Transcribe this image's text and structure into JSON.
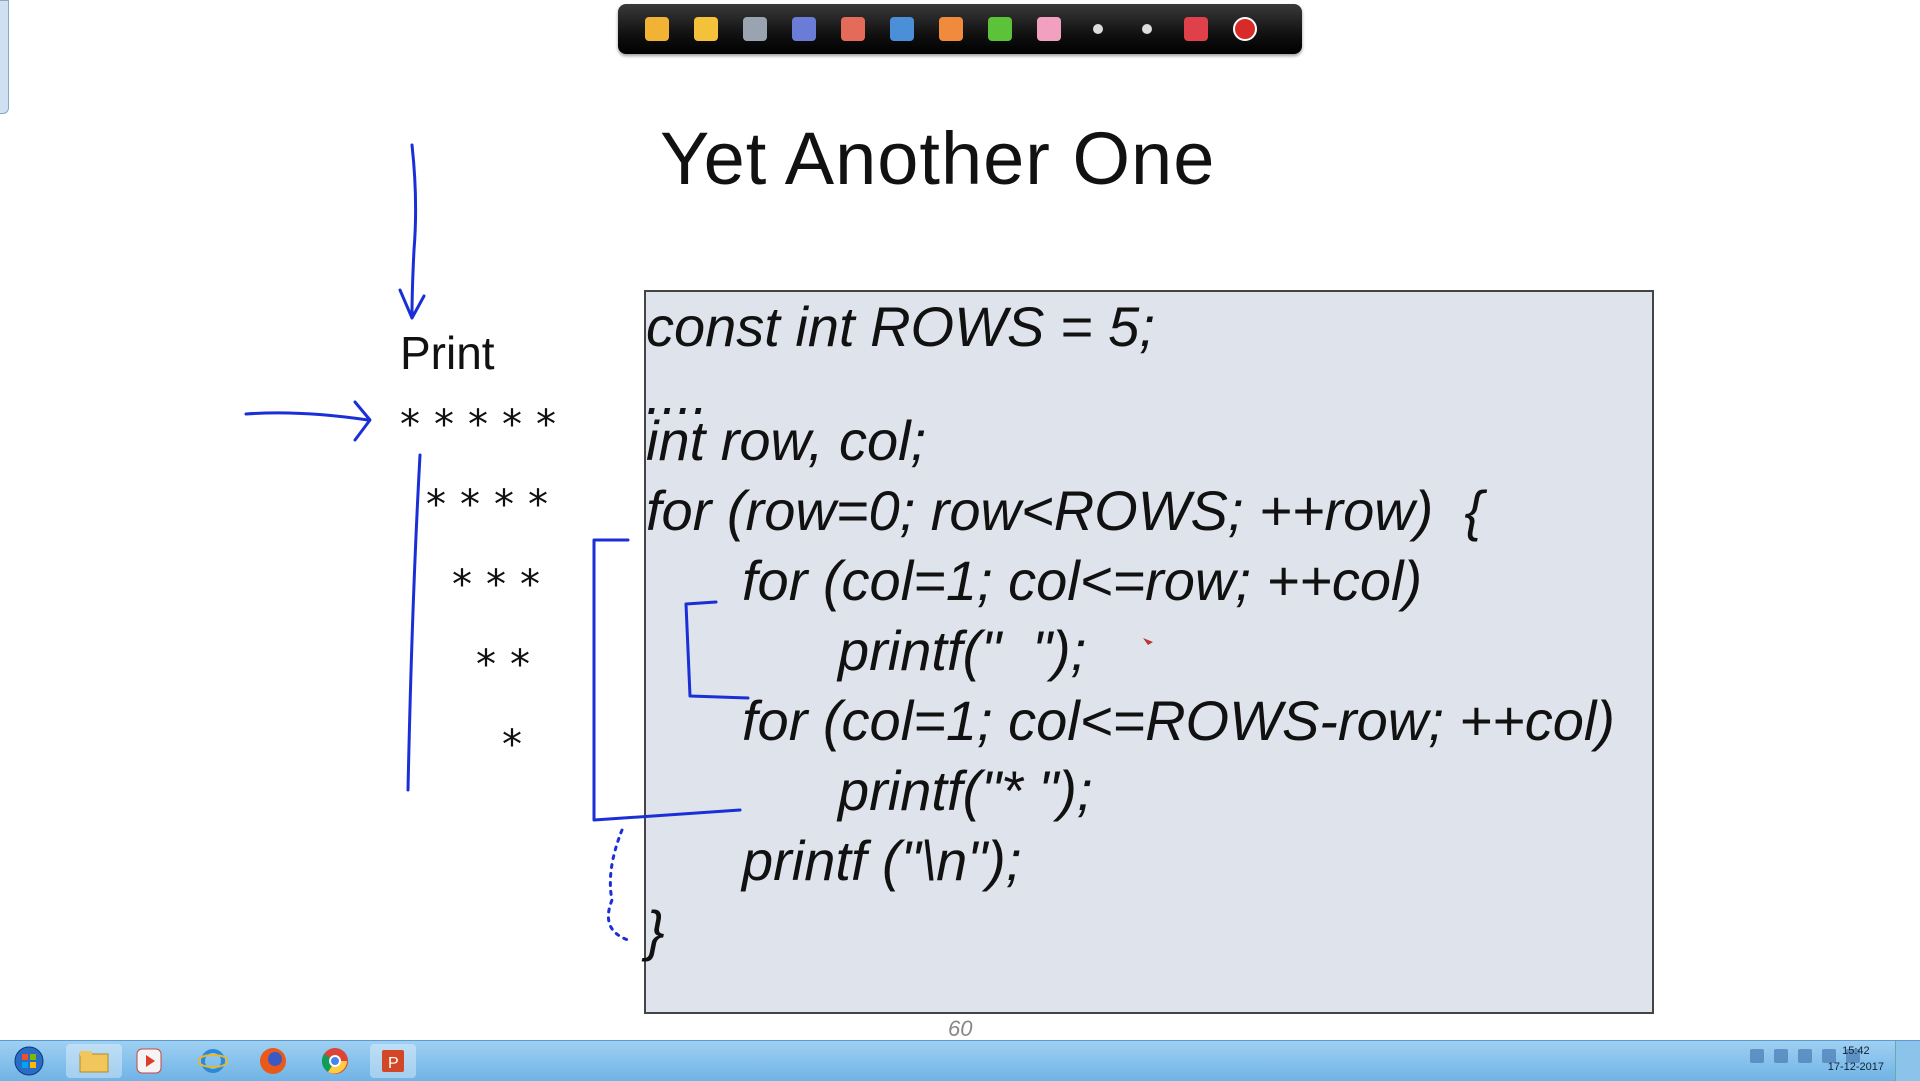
{
  "slide": {
    "title": "Yet Another One",
    "print_label": "Print",
    "star_rows": [
      "*****",
      "****",
      "***",
      "**",
      "*"
    ],
    "code_lines": [
      "const int ROWS = 5;",
      "....",
      "int row, col;",
      "for (row=0; row<ROWS; ++row)  {",
      "for (col=1; col<=row; ++col)",
      "printf(\"  \");",
      "for (col=1; col<=ROWS-row; ++col)",
      "printf(\"* \");",
      "printf (\"\\n\");",
      "}"
    ],
    "page_number": "60"
  },
  "toolbar": {
    "tools": [
      "arrow-icon",
      "folder-icon",
      "save-icon",
      "pen-icon",
      "highlighter-icon",
      "screen-icon",
      "pencil-icon",
      "marker-icon",
      "eraser-icon",
      "pointer-icon",
      "dots-icon",
      "color-palette-icon",
      "stop-icon"
    ],
    "colors": [
      "#f2b233",
      "#f3c23a",
      "#9aa4b0",
      "#6a7cd6",
      "#e46b5a",
      "#4a8fd8",
      "#f08a3c",
      "#5cc23a",
      "#f2a0c0",
      "#dddddd",
      "#dddddd",
      "#e0404a",
      "#d92a2a"
    ]
  },
  "taskbar": {
    "apps": [
      "start-orb",
      "file-explorer",
      "media-player",
      "internet-explorer",
      "firefox",
      "chrome",
      "powerpoint"
    ],
    "clock_time": "15:42",
    "clock_date": "17-12-2017"
  },
  "ink_color": "#1a2fd6"
}
